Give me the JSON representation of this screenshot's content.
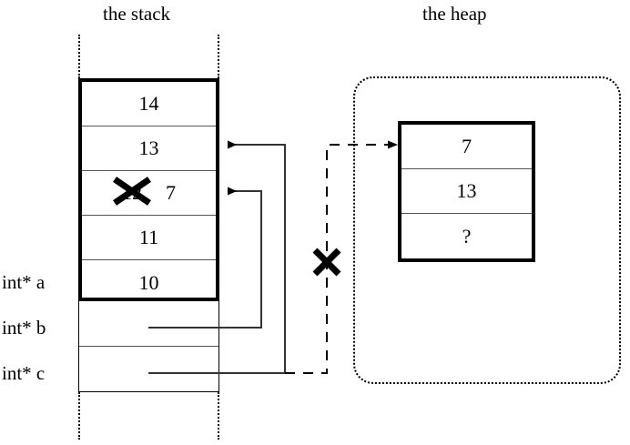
{
  "titles": {
    "stack": "the stack",
    "heap": "the heap"
  },
  "stack": {
    "main_cells": [
      {
        "value": "14"
      },
      {
        "value": "13"
      },
      {
        "value_struck": "12",
        "value": "7"
      },
      {
        "value": "11"
      },
      {
        "value": "10"
      }
    ],
    "pointer_cells": [
      {
        "label": "int* b",
        "value": ""
      },
      {
        "label": "int* c",
        "value": ""
      }
    ],
    "labels": {
      "a": "int* a",
      "b": "int* b",
      "c": "int* c"
    }
  },
  "heap": {
    "cells": [
      {
        "value": "7"
      },
      {
        "value": "13"
      },
      {
        "value": "?"
      }
    ]
  },
  "annotations": {
    "struck_value": "12",
    "invalid_pointer_mark": "x-cross",
    "invalid_pointer_source": "int* c",
    "invalid_pointer_target": "heap-block"
  },
  "colors": {
    "ink": "#000000",
    "background": "#ffffff",
    "thin_rule": "#555555"
  }
}
